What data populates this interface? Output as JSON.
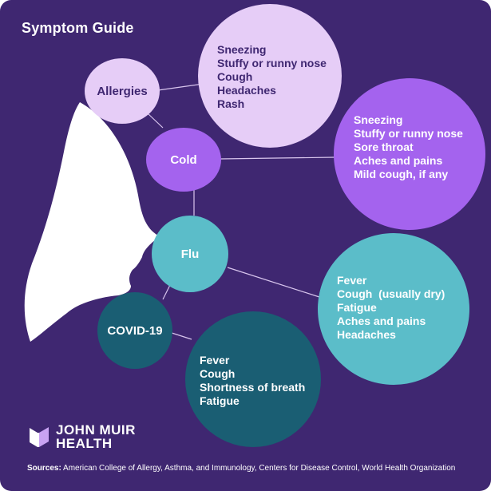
{
  "title": "Symptom Guide",
  "colors": {
    "background": "#3f2771",
    "allergies": "#e6cdf7",
    "cold": "#a463ee",
    "flu": "#5bbdc9",
    "covid": "#1a5e73",
    "dark_text": "#3f2771",
    "light_text": "#ffffff"
  },
  "conditions": [
    {
      "name": "Allergies",
      "symptoms": [
        "Sneezing",
        "Stuffy or runny nose",
        "Cough",
        "Headaches",
        "Rash"
      ]
    },
    {
      "name": "Cold",
      "symptoms": [
        "Sneezing",
        "Stuffy or runny nose",
        "Sore throat",
        "Aches and pains",
        "Mild cough, if any"
      ]
    },
    {
      "name": "Flu",
      "symptoms": [
        "Fever",
        "Cough  (usually dry)",
        "Fatigue",
        "Aches and pains",
        "Headaches"
      ]
    },
    {
      "name": "COVID-19",
      "symptoms": [
        "Fever",
        "Cough",
        "Shortness of breath",
        "Fatigue"
      ]
    }
  ],
  "logo": {
    "icon": "john-muir-logo-icon",
    "line1": "JOHN MUIR",
    "line2": "HEALTH"
  },
  "sources": {
    "label": "Sources:",
    "text": " American College of Allergy, Asthma, and Immunology, Centers for Disease Control, World Health Organization"
  }
}
